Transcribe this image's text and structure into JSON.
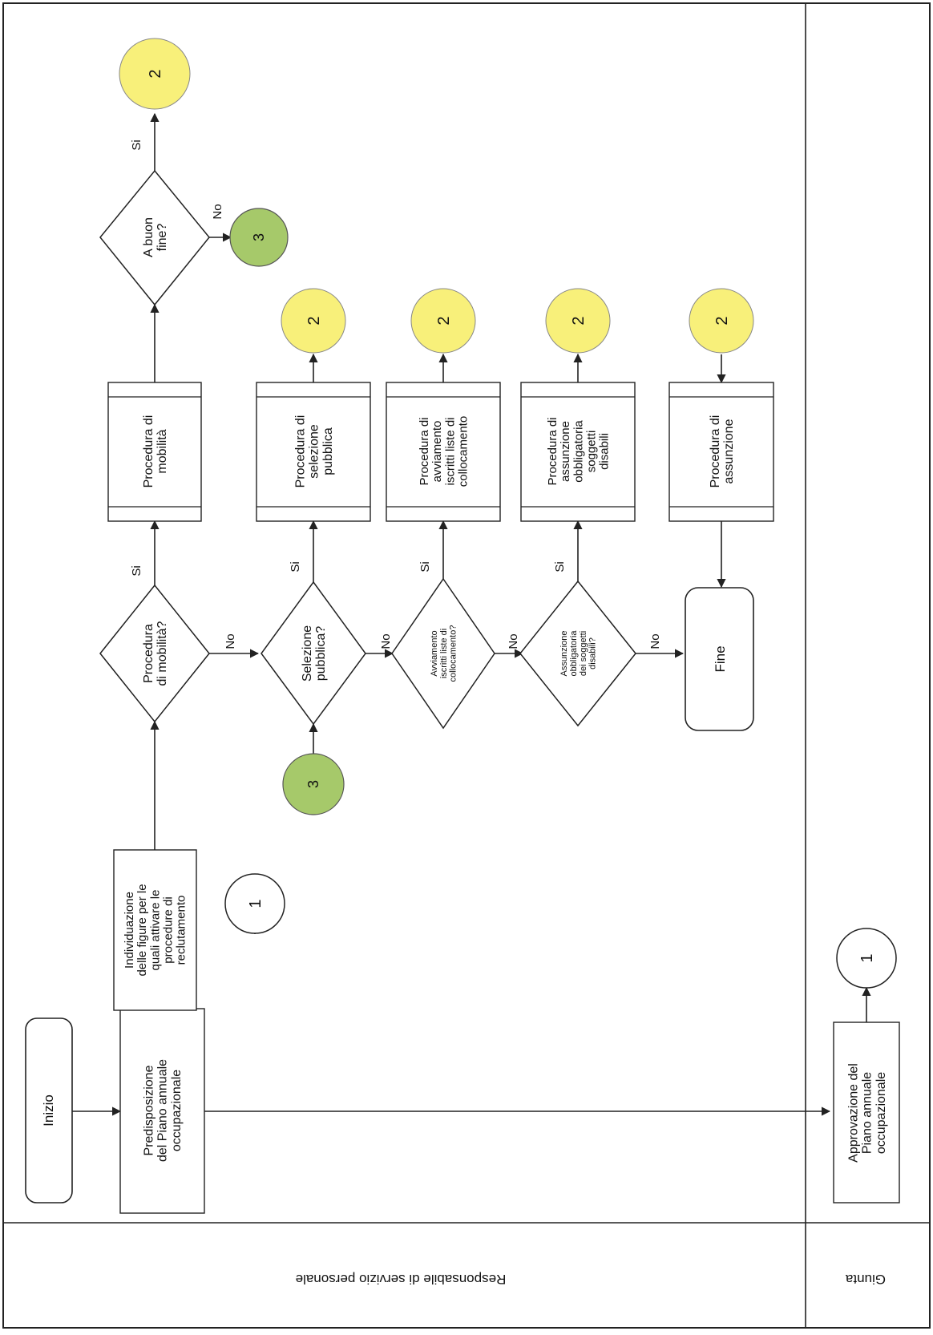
{
  "lanes": {
    "responsabile": "Responsabile di servizio personale",
    "giunta": "Giunta"
  },
  "steps": {
    "inizio": "Inizio",
    "predisposizione": [
      "Predisposizione",
      "del Piano annuale",
      "occupazionale"
    ],
    "approvazione": [
      "Approvazione del",
      "Piano annuale",
      "occupazionale"
    ],
    "individuazione": [
      "Individuazione",
      "delle figure per le",
      "quali attivare le",
      "procedure di",
      "reclutamento"
    ],
    "q_mobilita": [
      "Procedura",
      "di mobilità?"
    ],
    "q_selezione": [
      "Selezione",
      "pubblica?"
    ],
    "q_avviamento": [
      "Avviamento",
      "iscritti liste di",
      "collocamento?"
    ],
    "q_assunzione_obbl": [
      "Assunzione",
      "obbligatoria",
      "dei soggetti",
      "disabili?"
    ],
    "q_buon_fine": [
      "A buon",
      "fine?"
    ],
    "p_mobilita": [
      "Procedura di",
      "mobilità"
    ],
    "p_selezione": [
      "Procedura di",
      "selezione",
      "pubblica"
    ],
    "p_avviamento": [
      "Procedura di",
      "avviamento",
      "iscritti liste di",
      "collocamento"
    ],
    "p_assunzione_obbl": [
      "Procedura di",
      "assunzione",
      "obbligatoria",
      "soggetti",
      "disabili"
    ],
    "p_assunzione": [
      "Procedura di",
      "assunzione"
    ],
    "fine": "Fine"
  },
  "connectors": {
    "c1_top": "1",
    "c1_bottom": "1",
    "c3_top": "3",
    "c3_bottom": "3",
    "c2": [
      "2",
      "2",
      "2",
      "2",
      "2"
    ]
  },
  "labels": {
    "yes": "Si",
    "no": "No"
  },
  "colors": {
    "connector_2": "#f8f07a",
    "connector_3": "#a6c96a",
    "connector_1": "#ffffff",
    "line": "#222222"
  }
}
